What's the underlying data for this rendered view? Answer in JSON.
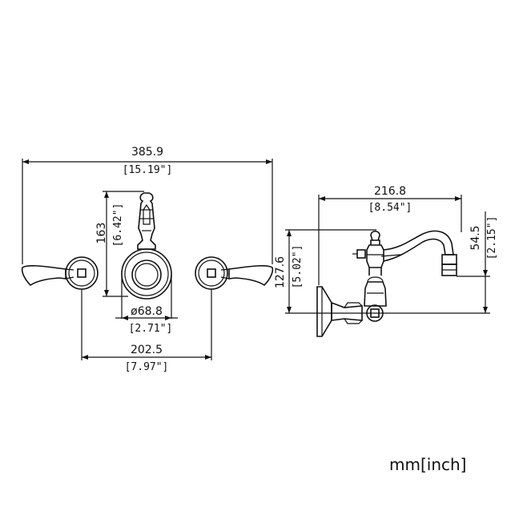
{
  "dimensions": {
    "overall_width": {
      "value": "385.9",
      "inch": "[15.19\"]"
    },
    "spout_height": {
      "value": "163",
      "inch": "[6.42\"]"
    },
    "escutcheon_diameter": {
      "value": "ø68.8",
      "inch": "[2.71\"]"
    },
    "handle_spread": {
      "value": "202.5",
      "inch": "[7.97\"]"
    },
    "spout_reach": {
      "value": "216.8",
      "inch": "[8.54\"]"
    },
    "side_height": {
      "value": "127.6",
      "inch": "[5.02\"]"
    },
    "outlet_height": {
      "value": "54.5",
      "inch": "[2.15\"]"
    }
  },
  "units_label": "mm[inch]"
}
